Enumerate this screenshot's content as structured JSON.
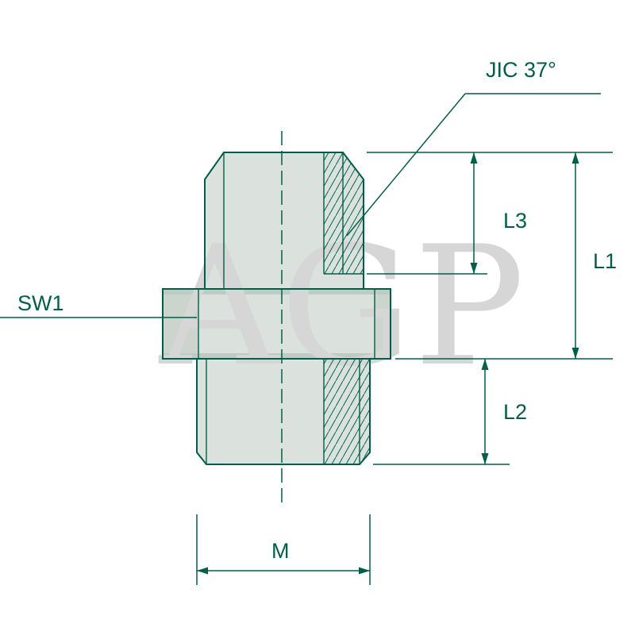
{
  "watermark": "AGP",
  "labels": {
    "thread_type": "JIC 37°",
    "wrench_flat": "SW1",
    "length_overall": "L1",
    "length_lower_thread": "L2",
    "length_upper_thread": "L3",
    "thread_size": "M"
  },
  "colors": {
    "line": "#005f4a",
    "body": "#dbe2dd",
    "shade": "#cbd5ce",
    "shade2": "#bfccc5",
    "watermark": "#d6d6d6"
  }
}
